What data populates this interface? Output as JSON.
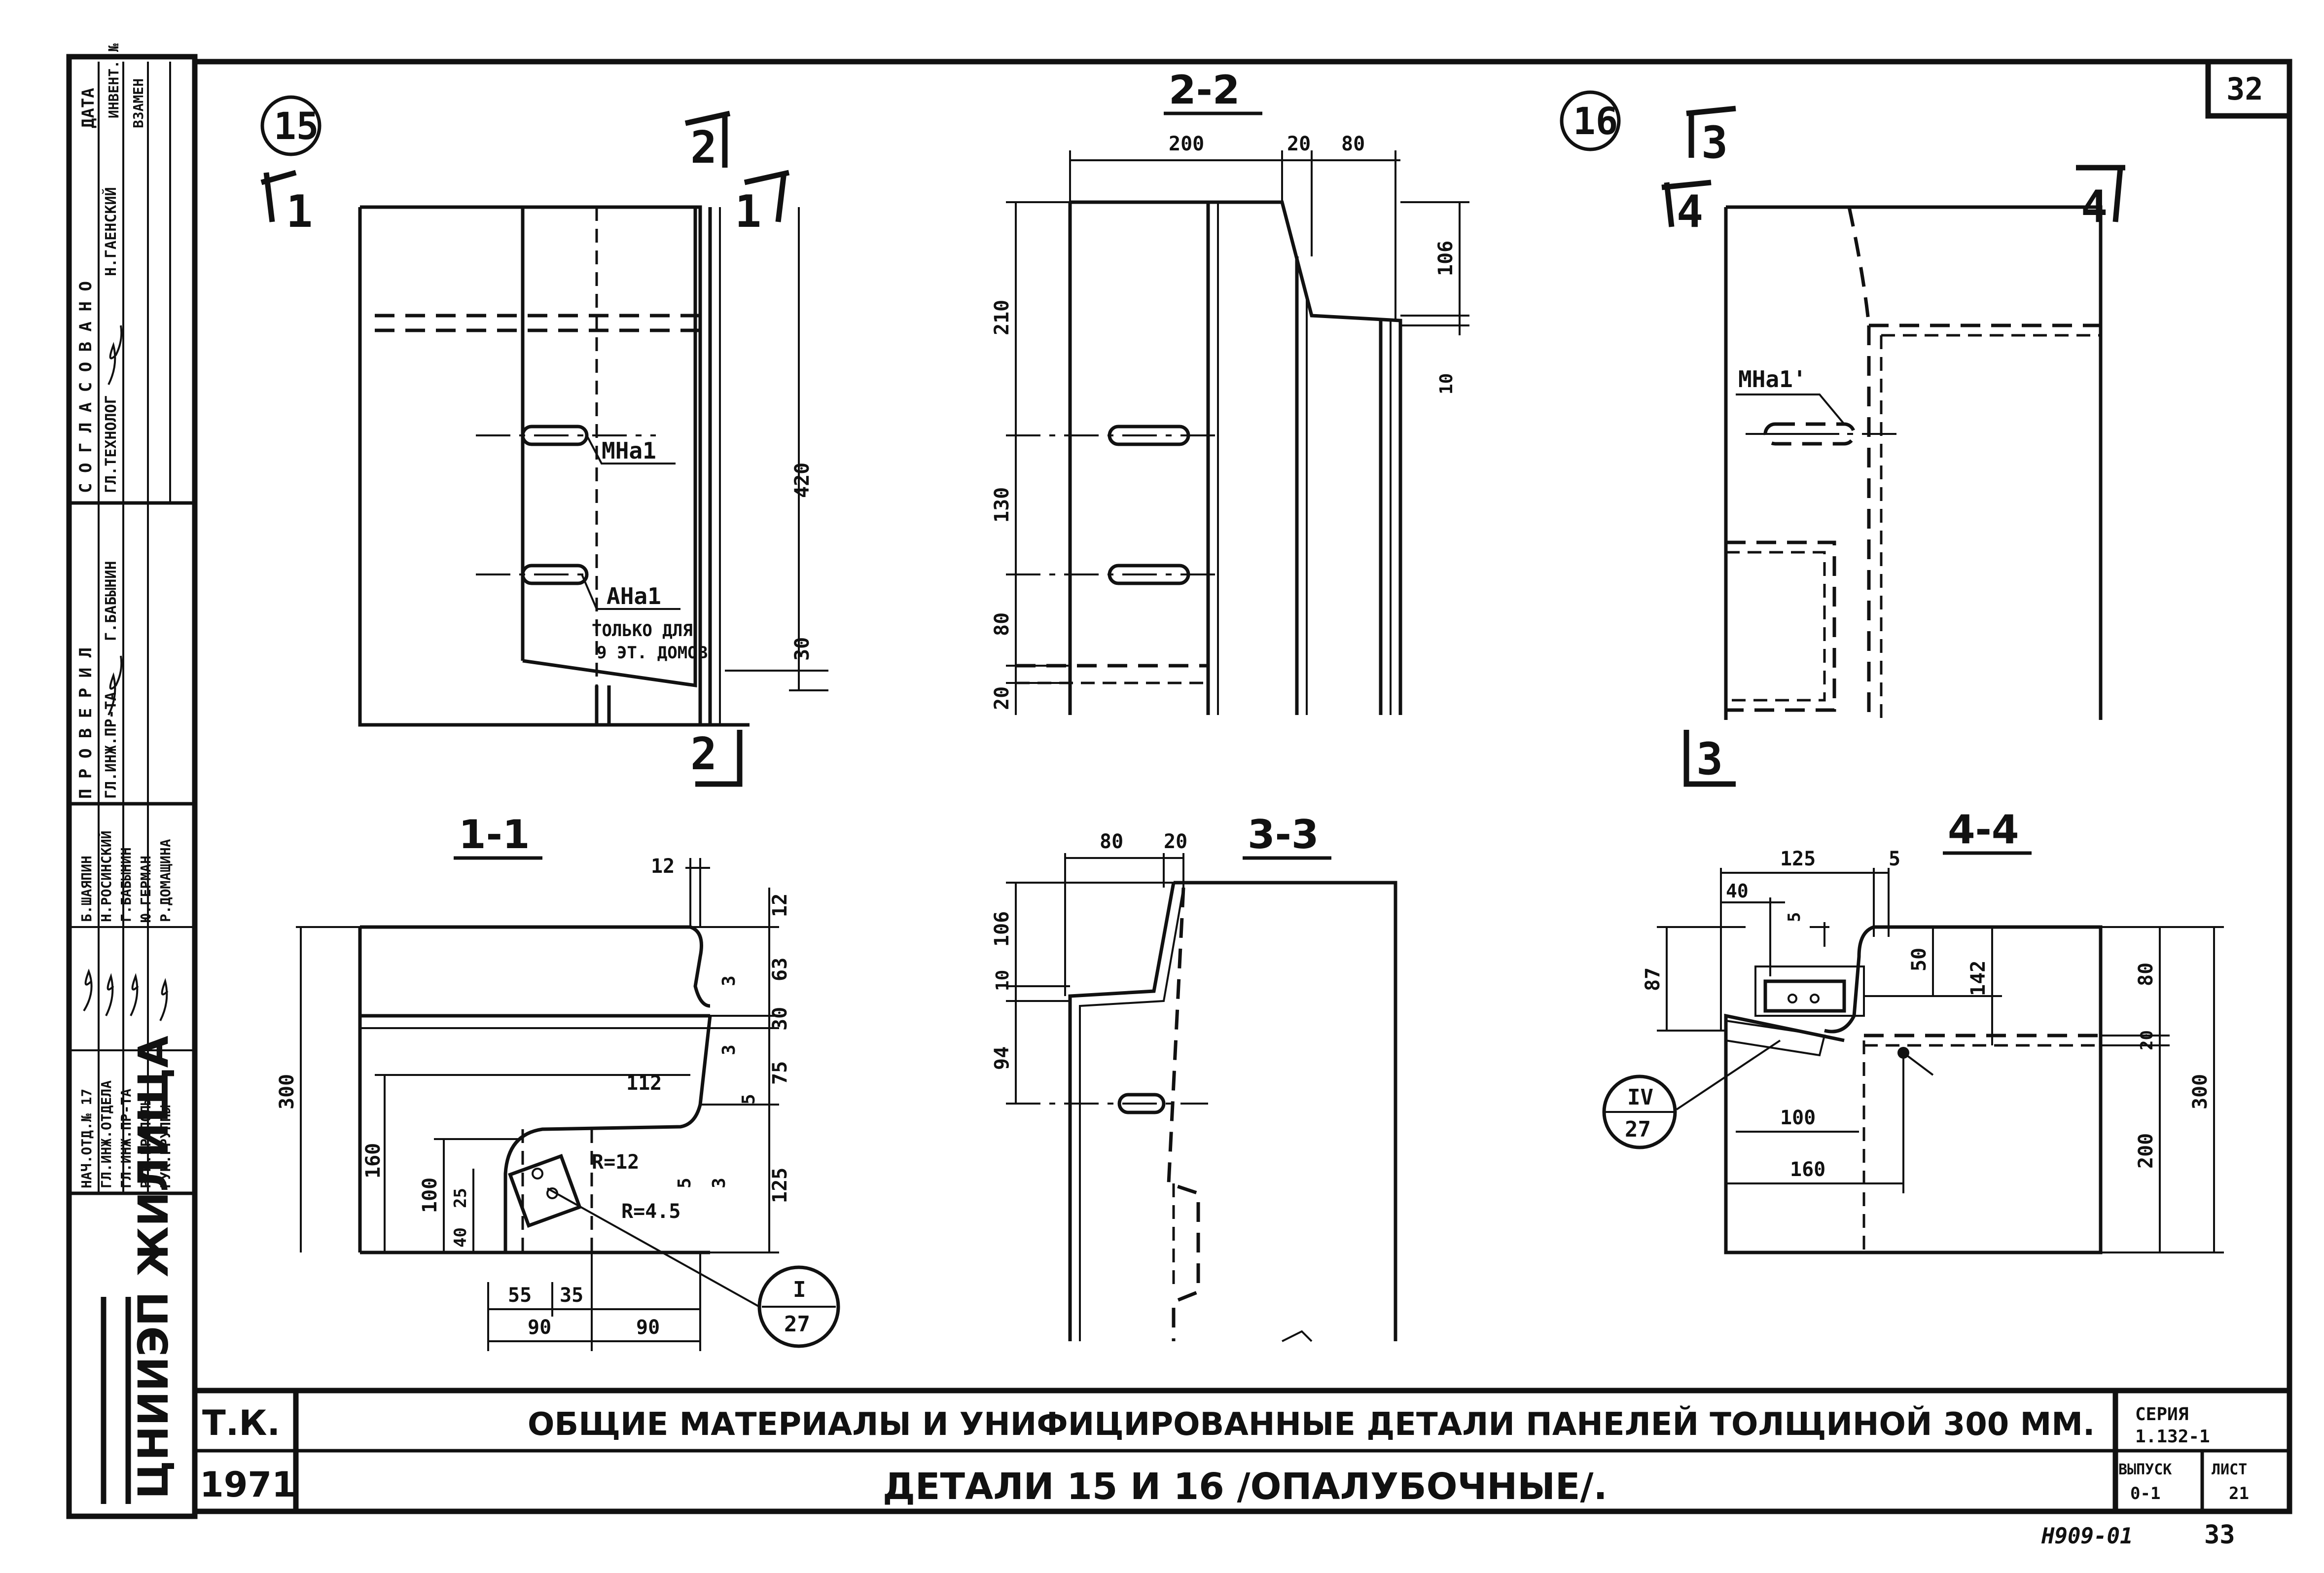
{
  "sheet": {
    "number_top": "32",
    "number_bottom": "33",
    "inventory": "Н909-01"
  },
  "details": {
    "d15": "15",
    "d16": "16"
  },
  "sections": {
    "s11": "1-1",
    "s22": "2-2",
    "s33": "3-3",
    "s44": "4-4"
  },
  "marks": {
    "m1": "1",
    "m2": "2",
    "m3": "3",
    "m4": "4"
  },
  "labels": {
    "mna1": "МНа1",
    "ana1": "АНа1",
    "only_for_1": "ТОЛЬКО ДЛЯ",
    "only_for_2": "9 ЭТ. ДОМОВ",
    "mna1p": "МНа1'",
    "r12": "R=12",
    "r45": "R=4.5",
    "ref1_top": "I",
    "ref1_bot": "27",
    "ref4_top": "IV",
    "ref4_bot": "27"
  },
  "dims": {
    "d2_200": "200",
    "d2_20": "20",
    "d2_80": "80",
    "d2_210": "210",
    "d2_130": "130",
    "d2_80b": "80",
    "d2_20b": "20",
    "d2_106": "106",
    "d2_10": "10",
    "d15_420": "420",
    "d15_30": "30",
    "d11_12": "12",
    "d11_63": "63",
    "d11_30": "30",
    "d11_75": "75",
    "d11_125": "125",
    "d11_3a": "3",
    "d11_3b": "3",
    "d11_5a": "5",
    "d11_5b": "5",
    "d11_3c": "3",
    "d11_300": "300",
    "d11_160": "160",
    "d11_112": "112",
    "d11_100": "100",
    "d11_25": "25",
    "d11_40": "40",
    "d11_55": "55",
    "d11_35": "35",
    "d11_90a": "90",
    "d11_90b": "90",
    "d33_80": "80",
    "d33_20": "20",
    "d33_106": "106",
    "d33_10": "10",
    "d33_94": "94",
    "d44_125": "125",
    "d44_5a": "5",
    "d44_40": "40",
    "d44_5b": "5",
    "d44_87": "87",
    "d44_50": "50",
    "d44_142": "142",
    "d44_80": "80",
    "d44_20": "20",
    "d44_200": "200",
    "d44_300": "300",
    "d44_100": "100",
    "d44_160": "160"
  },
  "approval": {
    "header": "С О Г Л А С О В А Н О",
    "date": "ДАТА",
    "inv": "ИНВЕНТ. №",
    "replace": "ВЗАМЕН",
    "tech_role": "ГЛ.ТЕХНОЛОГ",
    "tech_name": "Н.ГАЕНСКИЙ",
    "checked": "П Р О В Е Р И Л",
    "checker_role": "ГЛ.ИНЖ.ПР-ТА",
    "checker_name": "Г.БАБЫНИН",
    "roles": [
      "НАЧ.ОТД.№ 17",
      "ГЛ.ИНЖ.ОТДЕЛА",
      "ГЛ.ИНЖ.ПР-ТА",
      "РУК.ГР.ПОЛЫ",
      "РУК.ГРУППЫ"
    ],
    "names": [
      "Б.ШАЯПИН",
      "Н.РОСИНСКИЙ",
      "Г.БАБЫНИН",
      "Ю.ГЕРМАН",
      "Р.ДОМАЩИНА"
    ],
    "org": "ЦНИИЭП ЖИЛИЩА"
  },
  "titleblock": {
    "tk": "Т.К.",
    "year": "1971",
    "line1": "ОБЩИЕ МАТЕРИАЛЫ И УНИФИЦИРОВАННЫЕ ДЕТАЛИ ПАНЕЛЕЙ ТОЛЩИНОЙ 300 ММ.",
    "line2": "ДЕТАЛИ   15 И 16  /ОПАЛУБОЧНЫЕ/.",
    "series_label": "СЕРИЯ",
    "series_value": "1.132-1",
    "issue_label": "ВЫПУСК",
    "issue_value": "0-1",
    "sheet_label": "ЛИСТ",
    "sheet_value": "21"
  }
}
